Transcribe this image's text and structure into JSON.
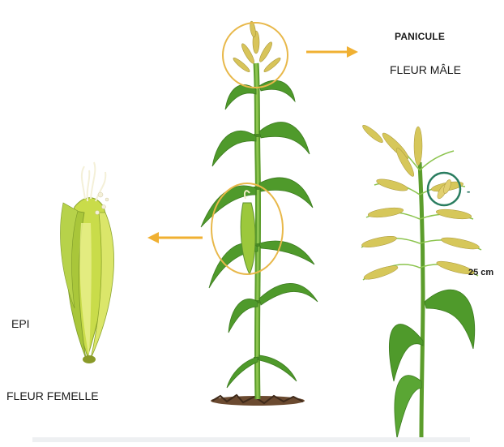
{
  "labels": {
    "panicule": "PANICULE",
    "fleur_male": "FLEUR MÂLE",
    "epi": "EPI",
    "fleur_femelle": "FLEUR FEMELLE",
    "size": "25 cm",
    "marker": "-"
  },
  "colors": {
    "highlight_circle": "#e8b84a",
    "arrow": "#f0b032",
    "detail_circle": "#2a7d60",
    "leaf": "#4f9a2b",
    "stem": "#6fae35",
    "tassel": "#d8c45a",
    "ear": "#c9dc4a"
  }
}
